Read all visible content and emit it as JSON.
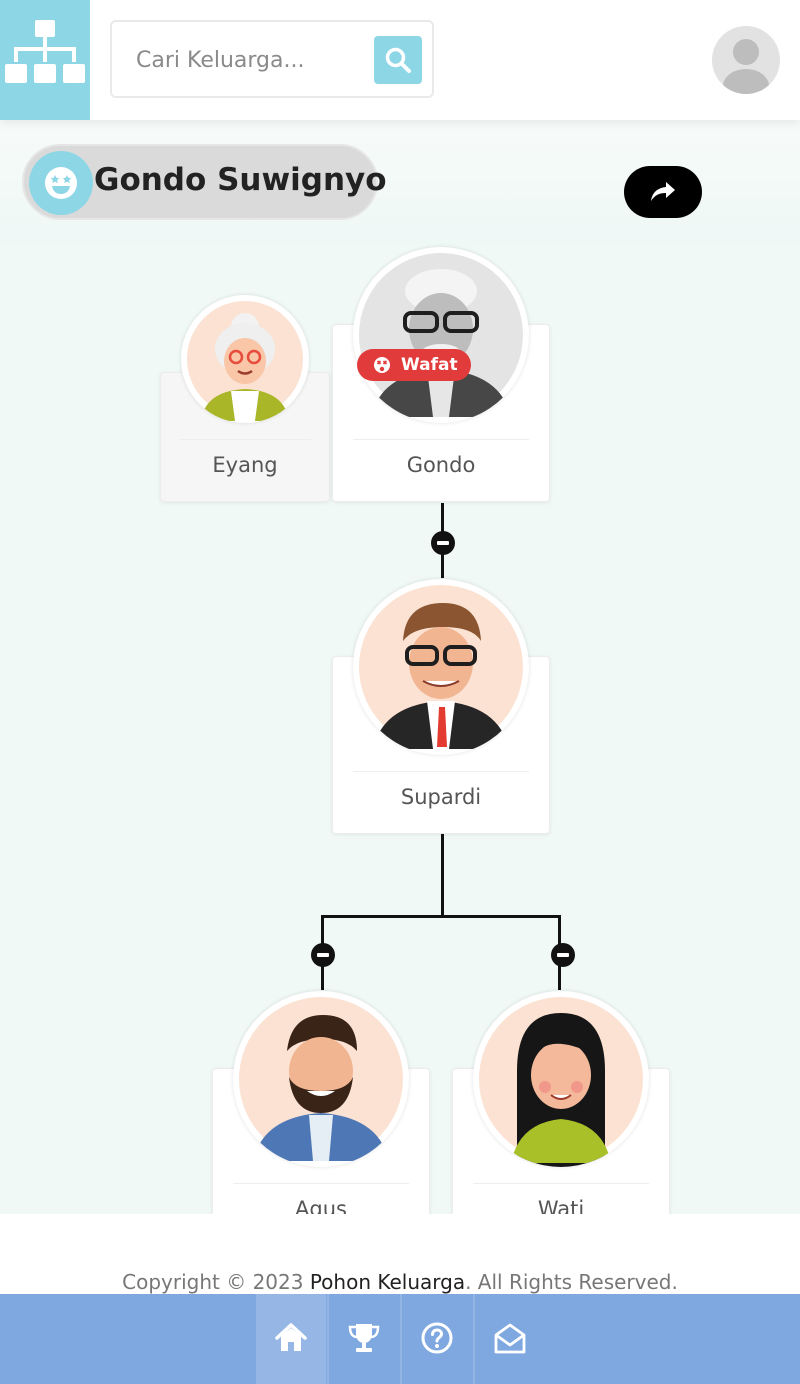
{
  "header": {
    "logo_icon": "sitemap-icon",
    "search": {
      "placeholder": "Cari Keluarga...",
      "value": "",
      "button_icon": "search-icon"
    },
    "avatar_icon": "user-avatar-icon"
  },
  "family": {
    "icon": "grin-stars-icon",
    "name": "Gondo Suwignyo",
    "share_icon": "share-icon"
  },
  "tree": {
    "members": [
      {
        "name": "Eyang",
        "icon": "grandmother-avatar"
      },
      {
        "name": "Gondo",
        "icon": "grandfather-avatar",
        "badge": "Wafat",
        "badge_icon": "dizzy-face-icon"
      },
      {
        "name": "Supardi",
        "icon": "father-avatar"
      },
      {
        "name": "Agus",
        "icon": "bearded-man-avatar"
      },
      {
        "name": "Wati",
        "icon": "woman-avatar"
      }
    ],
    "collapse_icon": "minus-circle-icon"
  },
  "footer": {
    "copyright_prefix": "Copyright © 2023 ",
    "brand": "Pohon Keluarga",
    "copyright_suffix": ". All Rights Reserved."
  },
  "bottom_nav": [
    {
      "icon": "home-icon",
      "active": true
    },
    {
      "icon": "trophy-icon",
      "active": false
    },
    {
      "icon": "question-circle-icon",
      "active": false
    },
    {
      "icon": "envelope-open-icon",
      "active": false
    }
  ],
  "colors": {
    "accent": "#8dd6e6",
    "nav": "#7fa8e0",
    "canvas": "#f1f9f7",
    "badge": "#e23b3b"
  }
}
